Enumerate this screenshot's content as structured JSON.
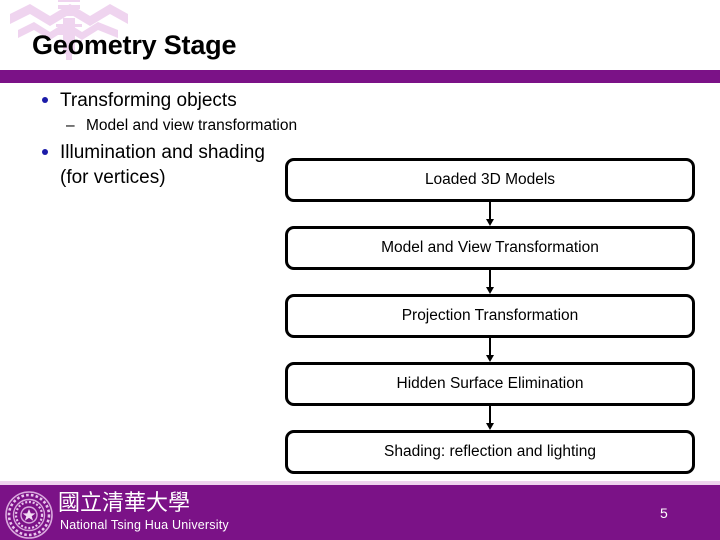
{
  "slide": {
    "title": "Geometry Stage",
    "page_number": "5",
    "accent_color": "#7B1287",
    "bullet_color": "#1B1BA8",
    "watermark_color": "#EFD4EF"
  },
  "bullets": [
    {
      "level": 1,
      "marker": "bullet-dot",
      "text": "Transforming objects"
    },
    {
      "level": 2,
      "marker": "en-dash",
      "dash": "–",
      "text": "Model and view transformation"
    },
    {
      "level": 1,
      "marker": "bullet-dot",
      "text": "Illumination and shading (for vertices)"
    }
  ],
  "flowchart": {
    "type": "vertical-flow",
    "connector": "down-arrow",
    "nodes": [
      {
        "label": "Loaded 3D Models"
      },
      {
        "label": "Model and View Transformation"
      },
      {
        "label": "Projection Transformation"
      },
      {
        "label": "Hidden Surface Elimination"
      },
      {
        "label": "Shading: reflection and lighting"
      }
    ]
  },
  "footer": {
    "university_cn": "國立清華大學",
    "university_en": "National Tsing Hua University",
    "seal_label": "nthu-seal"
  }
}
